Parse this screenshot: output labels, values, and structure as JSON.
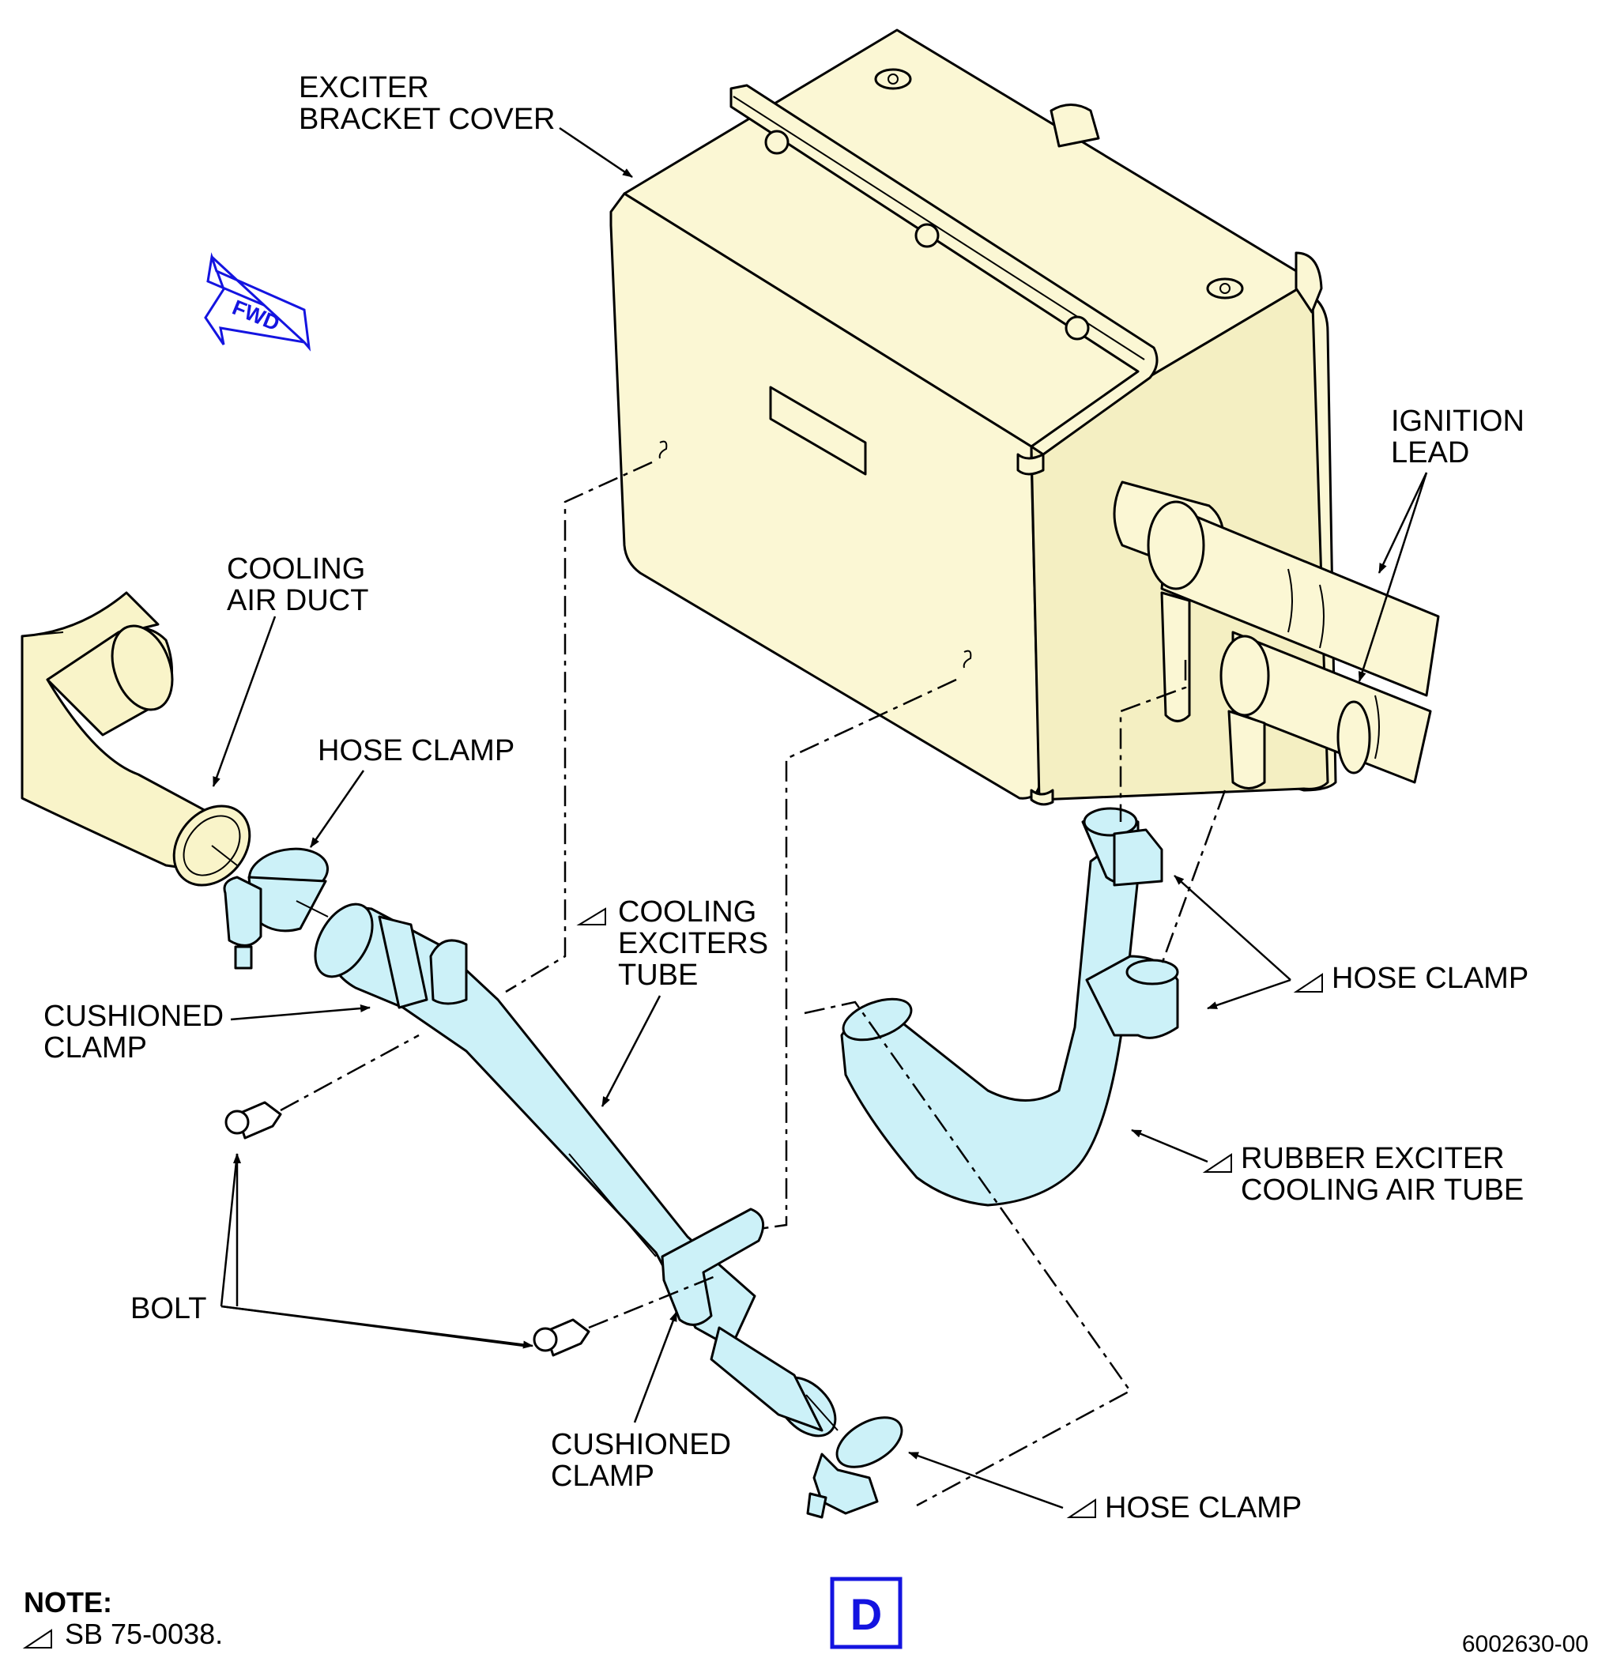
{
  "labels": {
    "exciter_bracket_cover": [
      "EXCITER",
      "BRACKET COVER"
    ],
    "ignition_lead": [
      "IGNITION",
      "LEAD"
    ],
    "cooling_air_duct": [
      "COOLING",
      "AIR DUCT"
    ],
    "hose_clamp_top": "HOSE CLAMP",
    "cooling_exciters_tube": [
      "COOLING",
      "EXCITERS",
      "TUBE"
    ],
    "cushioned_clamp_left": [
      "CUSHIONED",
      "CLAMP"
    ],
    "hose_clamp_right": "HOSE CLAMP",
    "rubber_exciter_cooling_air_tube": [
      "RUBBER EXCITER",
      "COOLING AIR TUBE"
    ],
    "bolt": "BOLT",
    "cushioned_clamp_bottom": [
      "CUSHIONED",
      "CLAMP"
    ],
    "hose_clamp_bottom": "HOSE CLAMP"
  },
  "fwd_arrow": "FWD",
  "view_letter": "D",
  "note": {
    "heading": "NOTE:",
    "text": "SB 75-0038."
  },
  "document_number": "6002630-00",
  "colors": {
    "exciter_fill": "#fbf7d4",
    "duct_fill": "#f9f4c9",
    "tube_fill": "#ccf1f8",
    "accent_blue": "#1414e0"
  }
}
